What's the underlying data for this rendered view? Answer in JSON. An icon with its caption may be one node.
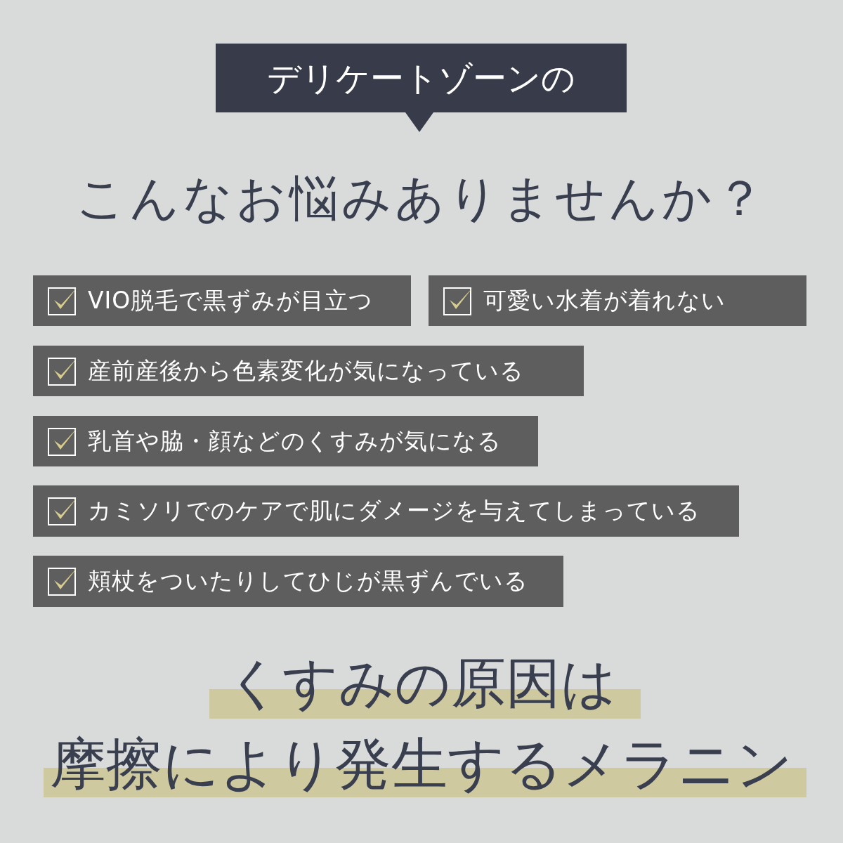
{
  "diagram": {
    "nodes": [
      {
        "text": [
          "デリケートゾーンの"
        ]
      },
      {
        "text": [
          "VIO脱毛で黒ずみが目立つ"
        ]
      },
      {
        "text": [
          "可愛い水着が着れない"
        ]
      },
      {
        "text": [
          "産前産後から色素変化が気になっている"
        ]
      },
      {
        "text": [
          "乳首や脇・顔などのくすみが気になる"
        ]
      },
      {
        "text": [
          "カミソリでのケアで肌にダメージを与えてしまっている"
        ]
      },
      {
        "text": [
          "頬杖をついたりしてひじが黒ずんでいる"
        ]
      }
    ],
    "labels": [
      "こんなお悩みありませんか？",
      "くすみの原因は",
      "摩擦により発生するメラニン"
    ]
  }
}
